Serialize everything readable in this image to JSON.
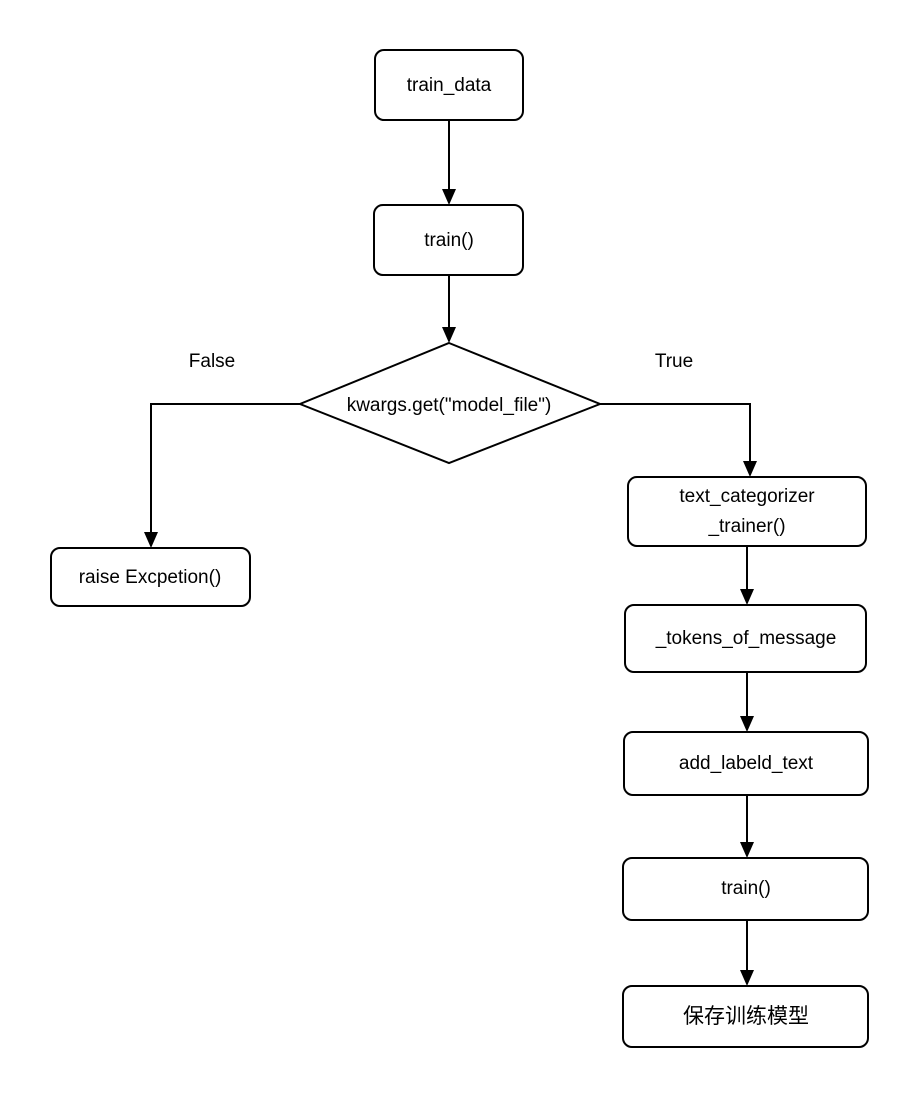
{
  "diagram": {
    "type": "flowchart",
    "orientation": "top-to-bottom",
    "background_color": "#ffffff",
    "stroke_color": "#000000",
    "text_color": "#000000",
    "nodes": {
      "train_data": {
        "label": "train_data",
        "shape": "rounded-rectangle"
      },
      "train_call": {
        "label": "train()",
        "shape": "rounded-rectangle"
      },
      "decision": {
        "label": "kwargs.get(\"model_file\")",
        "shape": "diamond"
      },
      "raise_exception": {
        "label": "raise Excpetion()",
        "shape": "rounded-rectangle"
      },
      "text_categorizer_trainer_line1": {
        "label": "text_categorizer"
      },
      "text_categorizer_trainer_line2": {
        "label": "_trainer()"
      },
      "tokens_of_message": {
        "label": "_tokens_of_message",
        "shape": "rounded-rectangle"
      },
      "add_labeld_text": {
        "label": "add_labeld_text",
        "shape": "rounded-rectangle"
      },
      "train_final": {
        "label": "train()",
        "shape": "rounded-rectangle"
      },
      "save_model": {
        "label": "保存训练模型",
        "shape": "rounded-rectangle"
      }
    },
    "branch_labels": {
      "false": "False",
      "true": "True"
    }
  }
}
